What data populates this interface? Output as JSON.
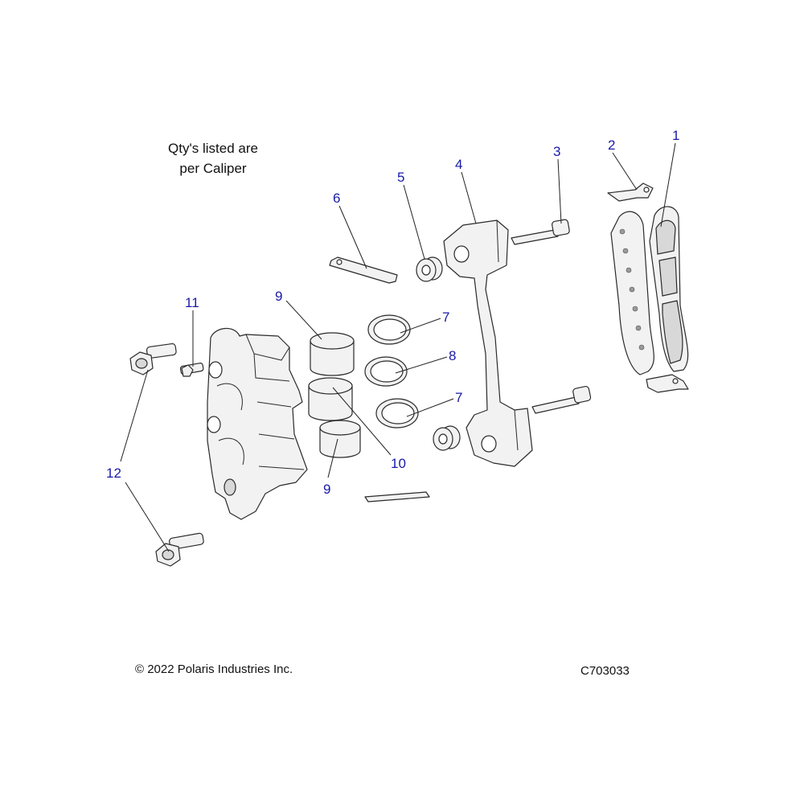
{
  "note": {
    "line1": "Qty's listed are",
    "line2": "per Caliper"
  },
  "footer": {
    "copyright": "© 2022 Polaris Industries Inc.",
    "figure_id": "C703033"
  },
  "callouts": [
    {
      "id": "c1",
      "label": "1"
    },
    {
      "id": "c2",
      "label": "2"
    },
    {
      "id": "c3",
      "label": "3"
    },
    {
      "id": "c4",
      "label": "4"
    },
    {
      "id": "c5",
      "label": "5"
    },
    {
      "id": "c6",
      "label": "6"
    },
    {
      "id": "c7a",
      "label": "7"
    },
    {
      "id": "c7b",
      "label": "7"
    },
    {
      "id": "c8",
      "label": "8"
    },
    {
      "id": "c9a",
      "label": "9"
    },
    {
      "id": "c9b",
      "label": "9"
    },
    {
      "id": "c10",
      "label": "10"
    },
    {
      "id": "c11",
      "label": "11"
    },
    {
      "id": "c12",
      "label": "12"
    }
  ],
  "colors": {
    "callout": "#1a1aa8",
    "line": "#222222",
    "part_fill": "#f2f2f2"
  }
}
